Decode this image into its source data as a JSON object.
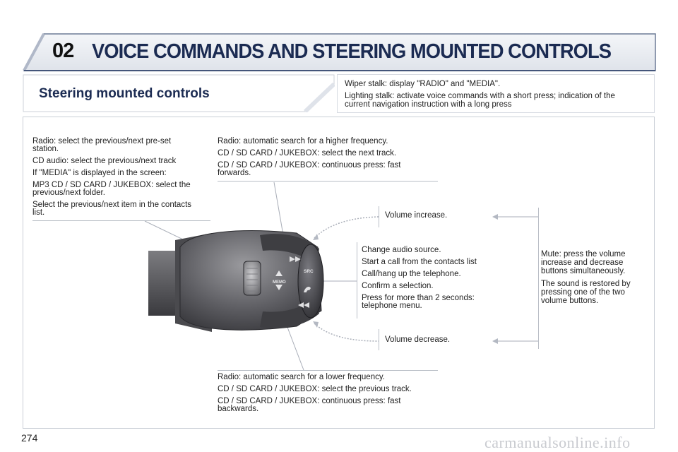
{
  "header": {
    "chapter": "02",
    "title": "VOICE COMMANDS AND STEERING MOUNTED CONTROLS"
  },
  "section": {
    "title": "Steering mounted controls"
  },
  "top_right": {
    "line1": "Wiper stalk: display \"RADIO\" and \"MEDIA\".",
    "line2a": "Lighting stalk: activate voice commands with a short press; indication of the",
    "line2b": "current navigation instruction with a long press"
  },
  "left_block": {
    "l1a": "Radio: select the previous/next pre-set",
    "l1b": "station.",
    "l2": "CD audio: select the previous/next track",
    "l3": "If \"MEDIA\" is displayed in the screen:",
    "l4a": "MP3 CD / SD CARD / JUKEBOX: select the",
    "l4b": "previous/next folder.",
    "l5a": "Select the previous/next item in the contacts",
    "l5b": "list."
  },
  "top_mid_block": {
    "l1": "Radio: automatic search for a higher frequency.",
    "l2": "CD / SD CARD / JUKEBOX: select the next track.",
    "l3a": "CD / SD CARD / JUKEBOX: continuous press: fast",
    "l3b": "forwards."
  },
  "volume_increase": "Volume increase.",
  "volume_decrease": "Volume decrease.",
  "center_block": {
    "l1": "Change audio source.",
    "l2": "Start a call from the contacts list",
    "l3": "Call/hang up the telephone.",
    "l4": "Confirm a selection.",
    "l5a": "Press for more than 2 seconds:",
    "l5b": "telephone menu."
  },
  "mute_block": {
    "l1a": "Mute: press the volume",
    "l1b": "increase and decrease",
    "l1c": "buttons simultaneously.",
    "l2a": "The sound is restored by",
    "l2b": "pressing one of the two",
    "l2c": "volume buttons."
  },
  "bottom_block": {
    "l1": "Radio: automatic search for a lower frequency.",
    "l2": "CD / SD CARD / JUKEBOX: select the previous track.",
    "l3a": "CD / SD CARD / JUKEBOX: continuous press: fast",
    "l3b": "backwards."
  },
  "control_labels": {
    "memo": "MEMO",
    "src": "SRC"
  },
  "page_number": "274",
  "watermark": "carmanualsonline.info",
  "colors": {
    "title_navy": "#1b2b52",
    "header_bg": "#e8ebf0",
    "control_grey": "#5a5a5e",
    "leader_grey": "#a9aeb8"
  }
}
